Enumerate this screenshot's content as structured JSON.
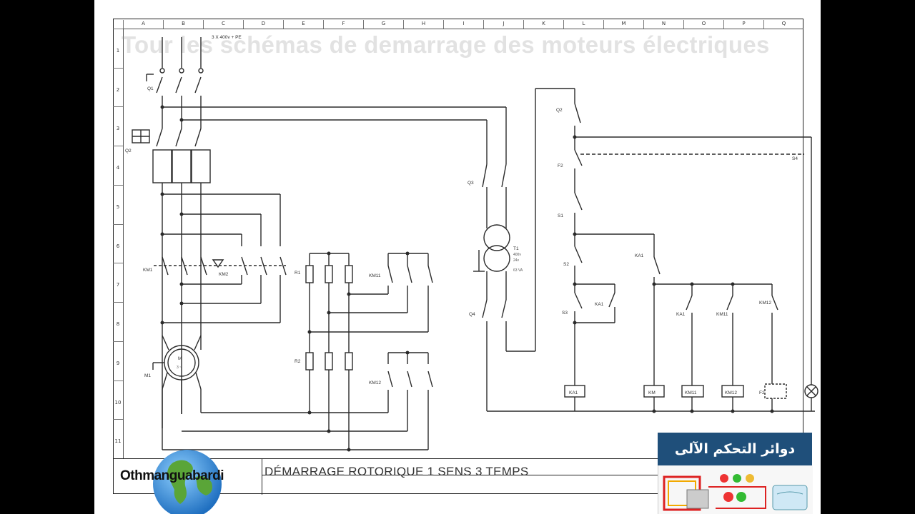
{
  "watermark": "Tour les schémas de demarrage des moteurs électriques",
  "drawing_title": "DÉMARRAGE ROTORIQUE 1 SENS  3 TEMPS",
  "channel_name": "Othmanguabardi",
  "arabic_banner": "دوائر التحكم الآلى",
  "supply_label": "3 X 400v + PE",
  "column_letters": [
    "A",
    "B",
    "C",
    "D",
    "E",
    "F",
    "G",
    "H",
    "I",
    "J",
    "K",
    "L",
    "M",
    "N",
    "O",
    "P",
    "Q"
  ],
  "row_numbers": [
    "1",
    "2",
    "3",
    "4",
    "5",
    "6",
    "7",
    "8",
    "9",
    "10",
    "11"
  ],
  "power_labels": {
    "q1": "Q1",
    "q2": "Q2",
    "km1": "KM1",
    "km2": "KM2",
    "m1": "M1",
    "motor_m": "M",
    "motor_phase": "3 ~",
    "r1": "R1",
    "r2": "R2",
    "km11": "KM11",
    "km12": "KM12"
  },
  "transformer_labels": {
    "q3": "Q3",
    "q4": "Q4",
    "t1": "T1",
    "t1_spec1": "400v",
    "t1_spec2": "24v",
    "t1_spec3": "63 VA"
  },
  "control_labels": {
    "q2": "Q2",
    "f2": "F2",
    "s1": "S1",
    "s2": "S2",
    "s3": "S3",
    "s4": "S4",
    "ka1": "KA1",
    "ka1_b": "KA1",
    "ka1_c": "KA1",
    "km11": "KM11",
    "km12": "KM12",
    "coil_ka1": "KA1",
    "coil_km": "KM",
    "coil_km11": "KM11",
    "coil_km12": "KM12",
    "coil_f2": "F2"
  },
  "colors": {
    "ink": "#2a2a2a",
    "banner": "#1f4f7a",
    "background": "#ffffff",
    "outer": "#000000"
  }
}
